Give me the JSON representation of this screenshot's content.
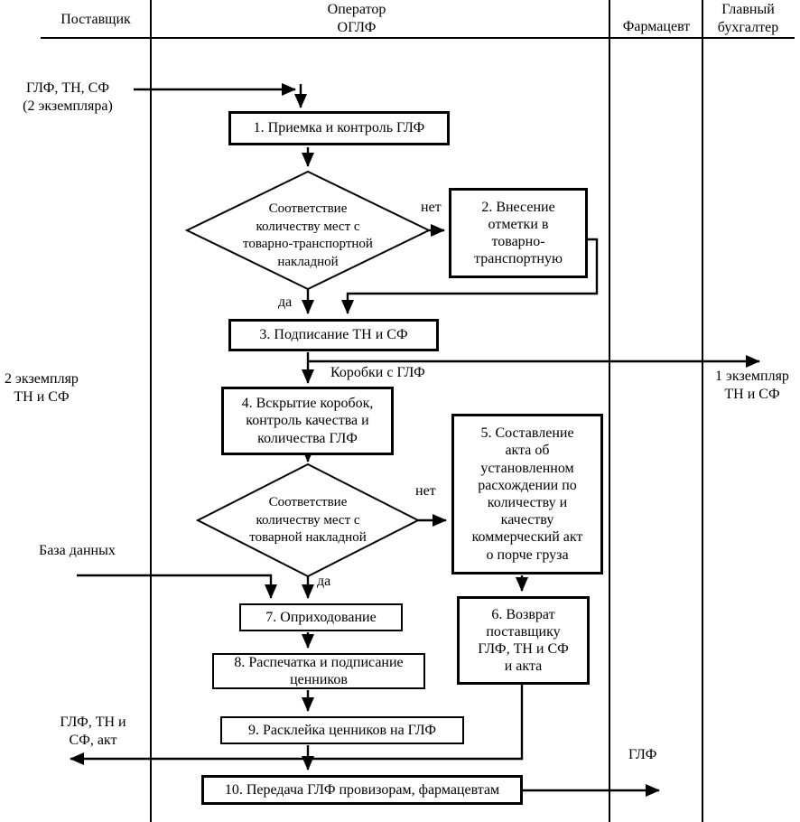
{
  "header": {
    "lanes": [
      {
        "label": "Поставщик"
      },
      {
        "label": "Оператор\nОГЛФ"
      },
      {
        "label": "Фармацевт"
      },
      {
        "label": "Главный\nбухгалтер"
      }
    ]
  },
  "boxes": [
    {
      "label": "1. Приемка и контроль ГЛФ"
    },
    {
      "label": "2. Внесение\nотметки в\nтоварно-\nтранспортную"
    },
    {
      "label": "3. Подписание ТН и СФ"
    },
    {
      "label": "4. Вскрытие коробок,\nконтроль качества и\nколичества ГЛФ"
    },
    {
      "label": "5. Составление\nакта об\nустановленном\nрасхождении по\nколичеству и\nкачеству\nкоммерческий акт\nо порче груза"
    },
    {
      "label": "6. Возврат\nпоставщику\nГЛФ, ТН и СФ\nи акта"
    },
    {
      "label": "7. Оприходование"
    },
    {
      "label": "8. Распечатка и подписание\nценников"
    },
    {
      "label": "9. Расклейка ценников на ГЛФ"
    },
    {
      "label": "10. Передача ГЛФ провизорам, фармацевтам"
    }
  ],
  "decisions": [
    {
      "label": "Соответствие\nколичеству мест с\nтоварно-транспортной\nнакладной",
      "yes": "да",
      "no": "нет"
    },
    {
      "label": "Соответствие\nколичеству мест с\nтоварной накладной",
      "yes": "да",
      "no": "нет"
    }
  ],
  "flow_labels": {
    "supplier_docs": "ГЛФ, ТН, СФ\n(2 экземпляра)",
    "boxes_glf": "Коробки с ГЛФ",
    "copy1": "1 экземпляр\nТН и СФ",
    "copy2": "2 экземпляр\nТН и СФ",
    "database": "База данных",
    "return_docs": "ГЛФ, ТН и\nСФ, акт",
    "glf": "ГЛФ"
  },
  "colors": {
    "line": "#000000",
    "background": "#ffffff"
  }
}
